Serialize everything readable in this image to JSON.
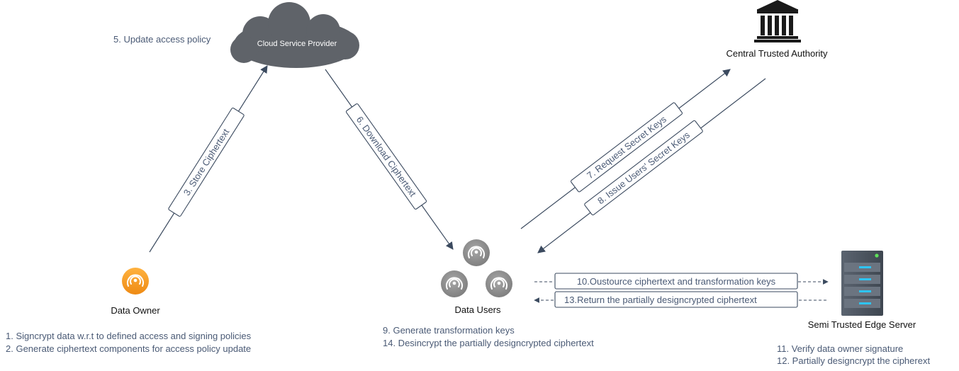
{
  "nodes": {
    "cloud": {
      "label": "Cloud Service Provider",
      "icon": "cloud-icon"
    },
    "authority": {
      "label": "Central Trusted Authority",
      "icon": "institution-icon"
    },
    "data_owner": {
      "label": "Data Owner",
      "icon": "broadcast-icon"
    },
    "data_users": {
      "label": "Data Users",
      "icon": "broadcast-icon"
    },
    "edge_server": {
      "label": "Semi Trusted Edge Server",
      "icon": "server-icon"
    }
  },
  "steps": {
    "update_policy": "5. Update access policy",
    "store": "3. Store Ciphertext",
    "download": "6. Download Ciphertext",
    "request_keys": "7. Request Secret Keys",
    "issue_keys": "8. Issue Users' Secret Keys",
    "outsource": "10.Oustource ciphertext and transformation keys",
    "return": "13.Return the partially designcrypted ciphertext"
  },
  "notes": {
    "owner": [
      "1. Signcrypt data w.r.t to defined access and signing policies",
      "2. Generate ciphertext components for access policy update"
    ],
    "users": [
      "9. Generate transformation keys",
      "14. Desincrypt the partially designcrypted ciphertext"
    ],
    "edge": [
      "11. Verify data owner signature",
      "12. Partially designcrypt the cipherext"
    ]
  },
  "colors": {
    "cloud": "#5f6369",
    "owner_icon": "#f59b23",
    "user_icon": "#8e8e8e",
    "text_blue": "#4a5a75",
    "line": "#3b4a5f"
  }
}
